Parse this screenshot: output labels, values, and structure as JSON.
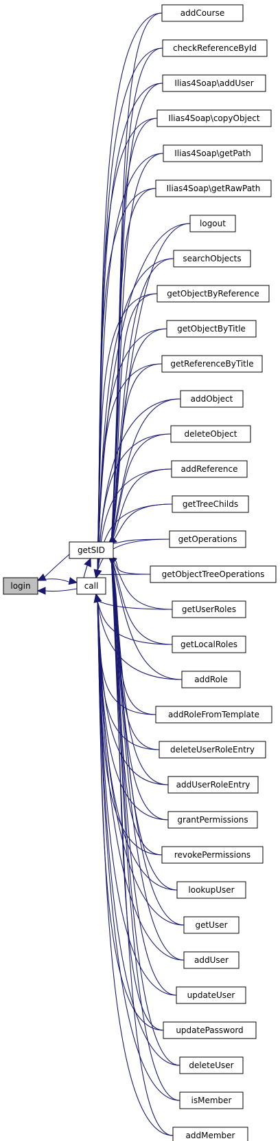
{
  "graph": {
    "colors": {
      "edge": "#191970",
      "node_border": "#000000",
      "root_fill": "#bfbfbf",
      "node_fill": "#ffffff"
    },
    "root": "login",
    "hubs": [
      "getSID",
      "call"
    ],
    "targets": [
      "addCourse",
      "checkReferenceById",
      "Ilias4Soap\\addUser",
      "Ilias4Soap\\copyObject",
      "Ilias4Soap\\getPath",
      "Ilias4Soap\\getRawPath",
      "logout",
      "searchObjects",
      "getObjectByReference",
      "getObjectByTitle",
      "getReferenceByTitle",
      "addObject",
      "deleteObject",
      "addReference",
      "getTreeChilds",
      "getOperations",
      "getObjectTreeOperations",
      "getUserRoles",
      "getLocalRoles",
      "addRole",
      "addRoleFromTemplate",
      "deleteUserRoleEntry",
      "addUserRoleEntry",
      "grantPermissions",
      "revokePermissions",
      "lookupUser",
      "getUser",
      "addUser",
      "updateUser",
      "updatePassword",
      "deleteUser",
      "isMember",
      "addMember"
    ]
  }
}
